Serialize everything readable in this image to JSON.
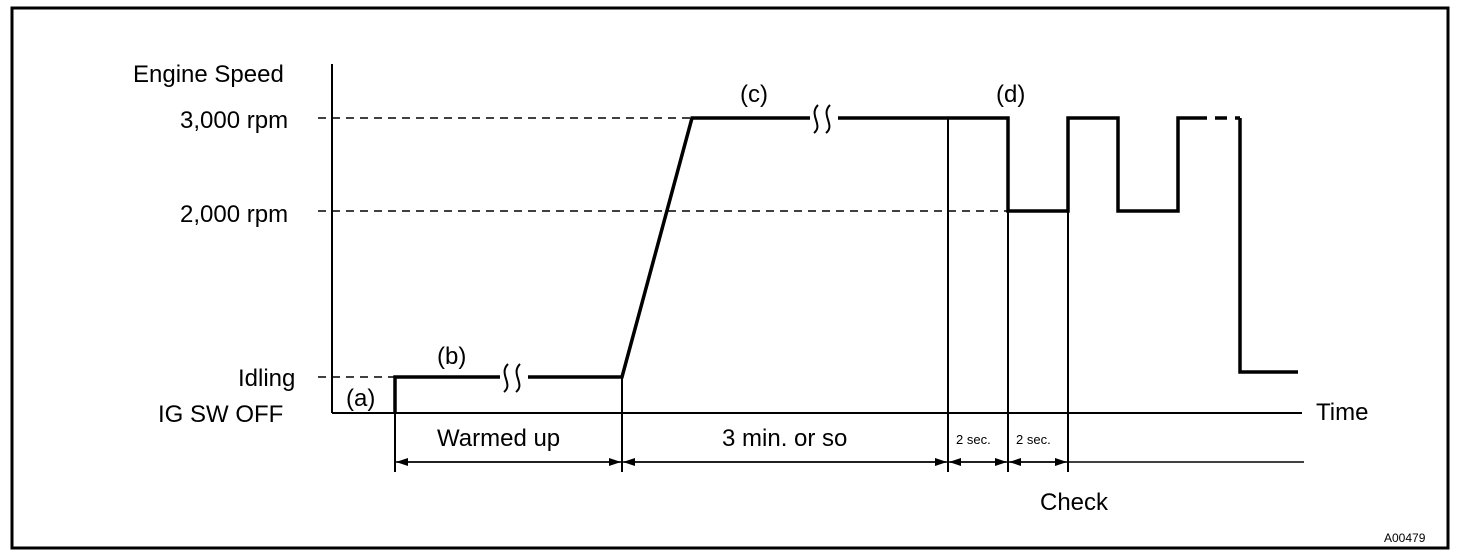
{
  "y_axis": {
    "title": "Engine Speed",
    "levels": [
      "3,000 rpm",
      "2,000 rpm",
      "Idling",
      "IG SW OFF"
    ]
  },
  "x_axis": {
    "title": "Time"
  },
  "stage_labels": {
    "a": "(a)",
    "b": "(b)",
    "c": "(c)",
    "d": "(d)"
  },
  "durations": {
    "warmed_up": "Warmed up",
    "three_min": "3 min. or so",
    "two_sec_1": "2 sec.",
    "two_sec_2": "2 sec."
  },
  "check_label": "Check",
  "figure_code": "A00479"
}
